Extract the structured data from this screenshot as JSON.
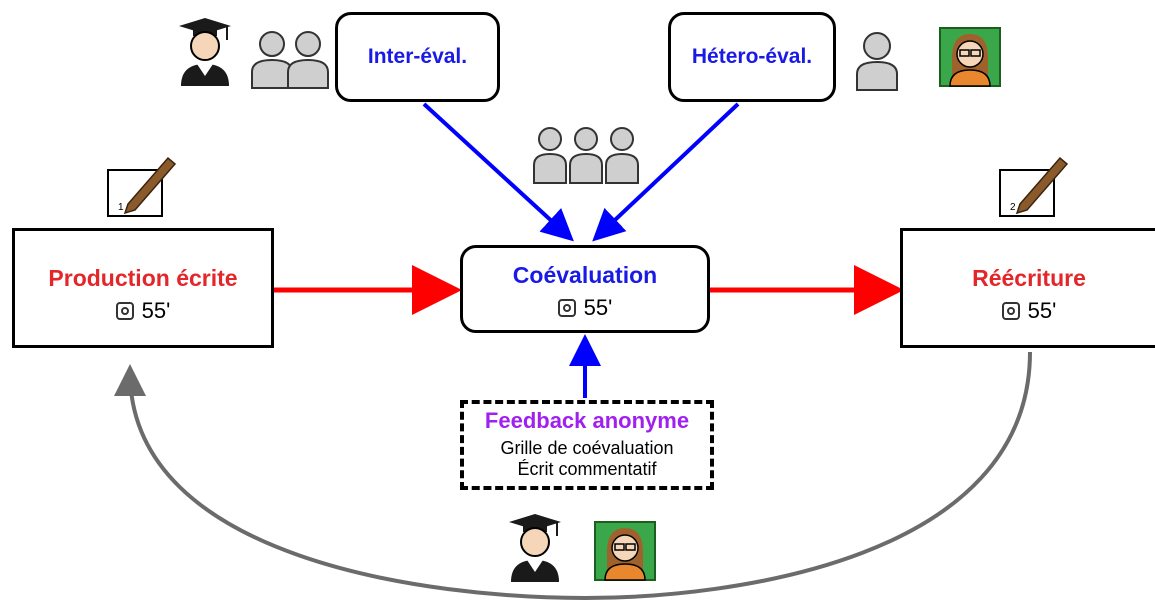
{
  "colors": {
    "production": "#e3262a",
    "coevaluation": "#1a1ae6",
    "feedback": "#a020f0",
    "arrow_red": "#ff0000",
    "arrow_blue": "#0000ff",
    "arrow_gray": "#6b6b6b"
  },
  "production": {
    "title": "Production écrite",
    "time": "55'",
    "note_number": "1"
  },
  "coevaluation": {
    "title": "Coévaluation",
    "time": "55'"
  },
  "reecriture": {
    "title": "Réécriture",
    "time": "55'",
    "note_number": "2"
  },
  "inter_eval": {
    "label": "Inter-éval."
  },
  "hetero_eval": {
    "label": "Hétero-éval."
  },
  "feedback": {
    "title": "Feedback anonyme",
    "line1": "Grille de coévaluation",
    "line2": "Écrit commentatif"
  },
  "icons": [
    "student-icon",
    "pair-of-persons-icon",
    "person-icon",
    "teacher-icon",
    "group-of-persons-icon",
    "clock-icon",
    "notepad-pencil-icon"
  ]
}
